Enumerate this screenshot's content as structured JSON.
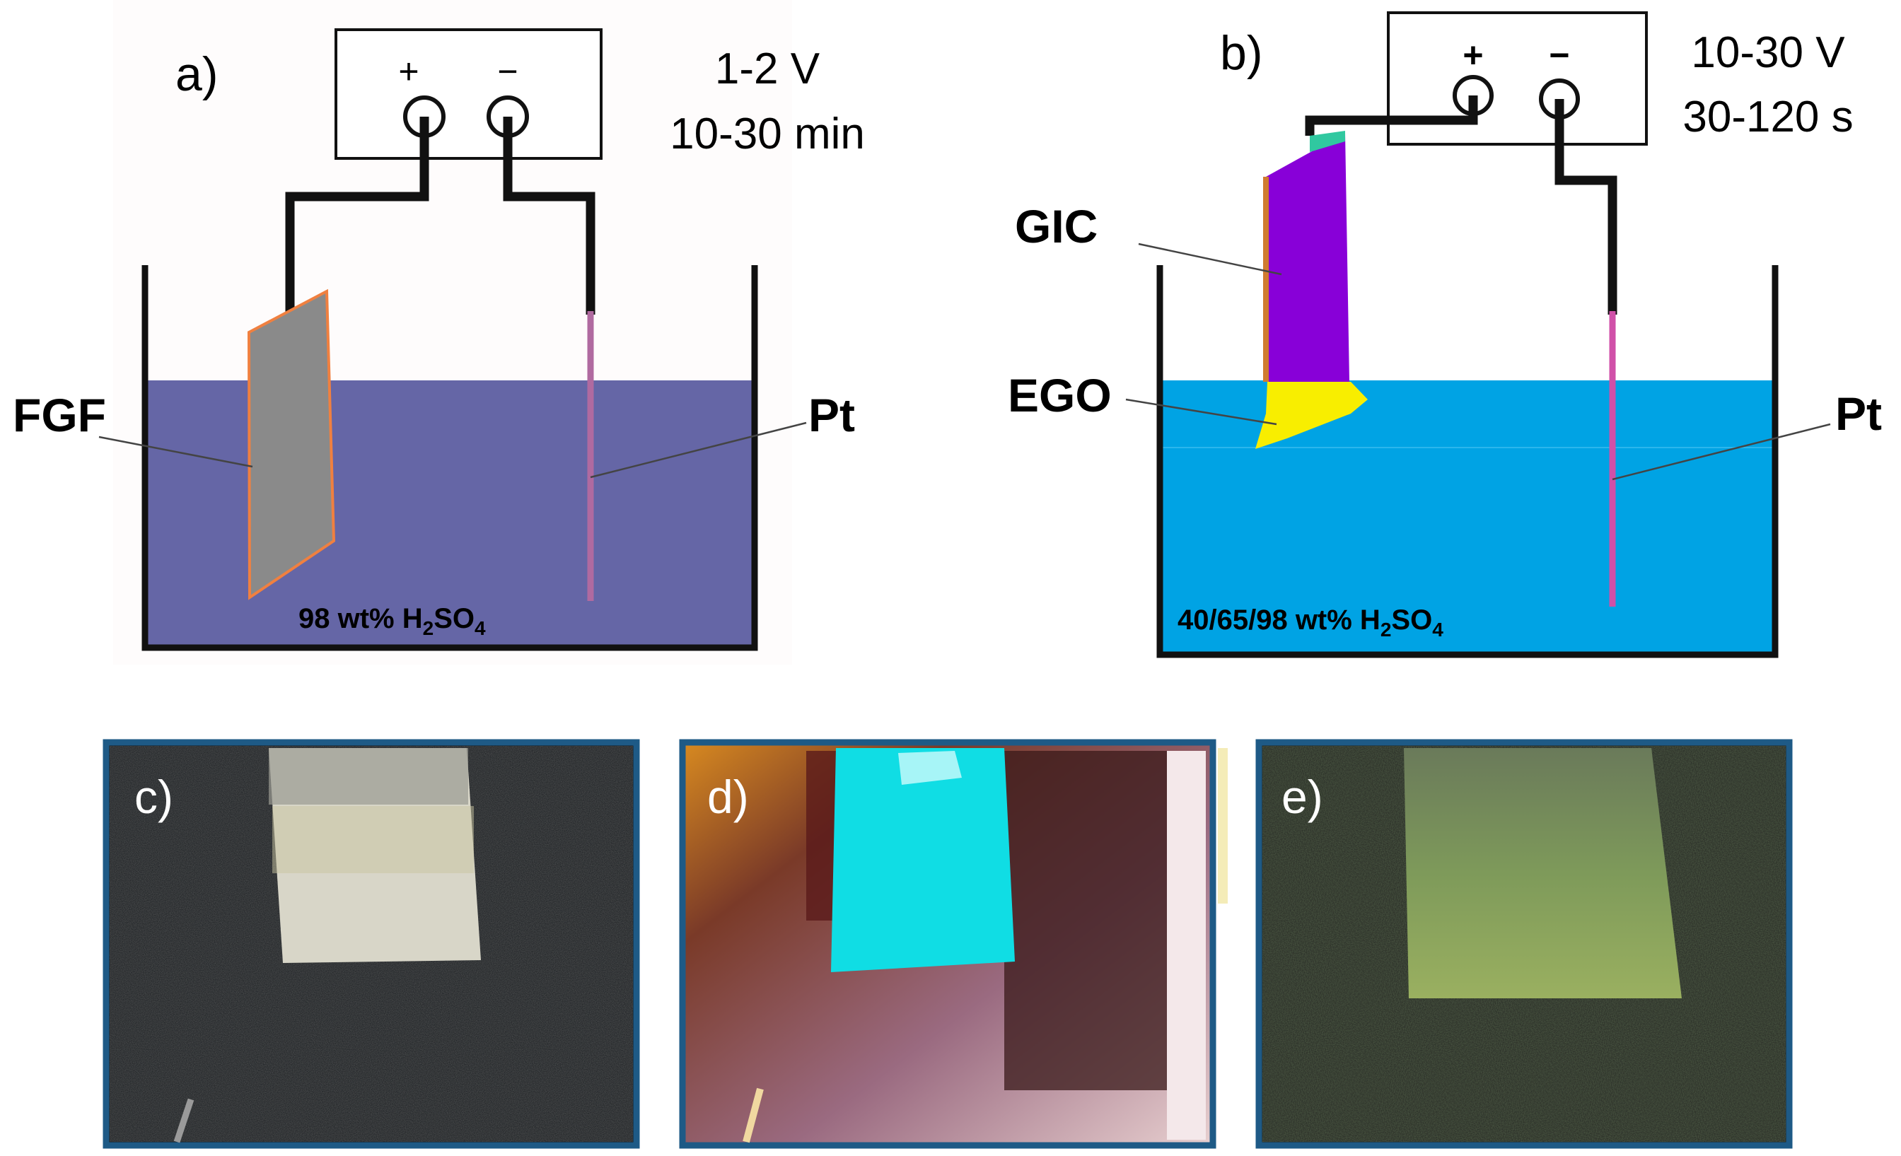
{
  "panel_a": {
    "letter": "a)",
    "voltage": "1-2 V",
    "time": "10-30 min",
    "plus": "+",
    "minus": "−",
    "sample_label": "FGF",
    "counter_label": "Pt",
    "electrolyte_prefix": "98 wt% H",
    "electrolyte_sub1": "2",
    "electrolyte_mid": "SO",
    "electrolyte_sub2": "4",
    "colors": {
      "liquid": "#6566a6",
      "sample": "#8a8a8a",
      "sample_edge": "#f08040",
      "pt": "#b06aa0",
      "bg": "#fefcfc"
    }
  },
  "panel_b": {
    "letter": "b)",
    "voltage": "10-30 V",
    "time": "30-120 s",
    "plus": "+",
    "minus": "−",
    "gic_label": "GIC",
    "ego_label": "EGO",
    "counter_label": "Pt",
    "electrolyte_prefix": "40/65/98 wt% H",
    "electrolyte_sub1": "2",
    "electrolyte_mid": "SO",
    "electrolyte_sub2": "4",
    "colors": {
      "liquid": "#00a3e4",
      "gic": "#8800d8",
      "ego": "#f8ee00",
      "pt": "#d050a8"
    }
  },
  "photos": [
    {
      "letter": "c)"
    },
    {
      "letter": "d)"
    },
    {
      "letter": "e)"
    }
  ],
  "colors": {
    "frame": "#1e5a86",
    "wire": "#111111"
  }
}
